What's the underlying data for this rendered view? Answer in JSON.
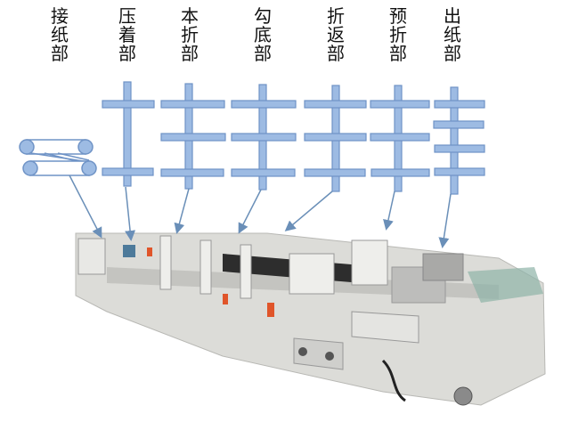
{
  "sections": [
    {
      "label": "接纸部",
      "icon": "feeder-belt-rollers"
    },
    {
      "label": "压着部",
      "icon": "press-section-crossbars"
    },
    {
      "label": "本折部",
      "icon": "main-fold-crossbars"
    },
    {
      "label": "勾底部",
      "icon": "hook-bottom-crossbars"
    },
    {
      "label": "折返部",
      "icon": "fold-back-crossbars"
    },
    {
      "label": "预折部",
      "icon": "prefold-crossbars"
    },
    {
      "label": "出纸部",
      "icon": "delivery-crossbars"
    }
  ],
  "colors": {
    "bar_fill": "#9dbbe3",
    "bar_stroke": "#6f93c6",
    "arrow": "#6a8fb8",
    "machine_body": "#d9d9d6",
    "accent_orange": "#e0552a"
  }
}
